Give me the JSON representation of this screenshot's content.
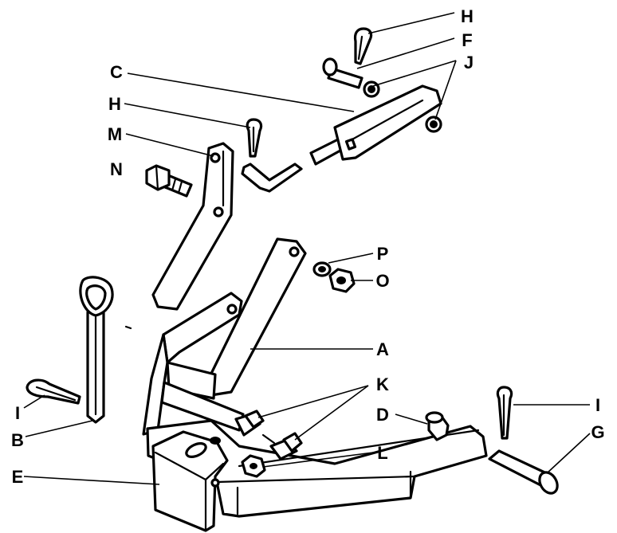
{
  "labels": {
    "a": "A",
    "b": "B",
    "c": "C",
    "d": "D",
    "e": "E",
    "f": "F",
    "g": "G",
    "h": "H",
    "i": "I",
    "j": "J",
    "k": "K",
    "l": "L",
    "m": "M",
    "n": "N",
    "o": "O",
    "p": "P"
  },
  "colors": {
    "ink": "#000000",
    "paper": "#ffffff"
  }
}
